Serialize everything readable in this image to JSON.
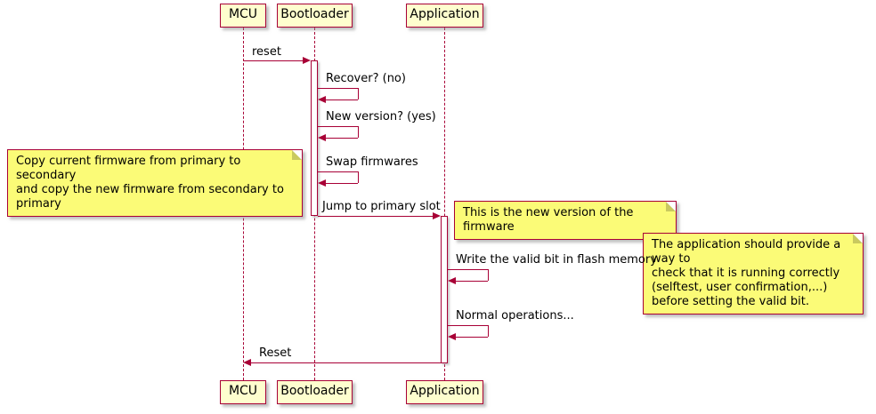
{
  "diagram": {
    "type": "sequence",
    "colors": {
      "participant_fill": "#FEFECE",
      "note_fill": "#FBFB77",
      "border": "#A80036",
      "arrow": "#A80036"
    },
    "participants": [
      {
        "label": "MCU"
      },
      {
        "label": "Bootloader"
      },
      {
        "label": "Application"
      }
    ],
    "messages": [
      {
        "from": "MCU",
        "to": "Bootloader",
        "label": "reset"
      },
      {
        "self": "Bootloader",
        "label": "Recover? (no)"
      },
      {
        "self": "Bootloader",
        "label": "New version? (yes)"
      },
      {
        "self": "Bootloader",
        "label": "Swap firmwares"
      },
      {
        "from": "Bootloader",
        "to": "Application",
        "label": "Jump to primary slot"
      },
      {
        "self": "Application",
        "label": "Write the valid bit in flash memory"
      },
      {
        "self": "Application",
        "label": "Normal operations..."
      },
      {
        "from": "Application",
        "to": "MCU",
        "label": "Reset"
      }
    ],
    "notes": [
      {
        "position": "left",
        "text": "Copy current firmware from primary to secondary\nand copy the new firmware from secondary to primary"
      },
      {
        "position": "right",
        "text": "This is the new version of the firmware"
      },
      {
        "position": "right",
        "text": "The application should provide a way to\ncheck that it is running correctly\n(selftest, user confirmation,...)\nbefore setting the valid bit."
      }
    ]
  }
}
